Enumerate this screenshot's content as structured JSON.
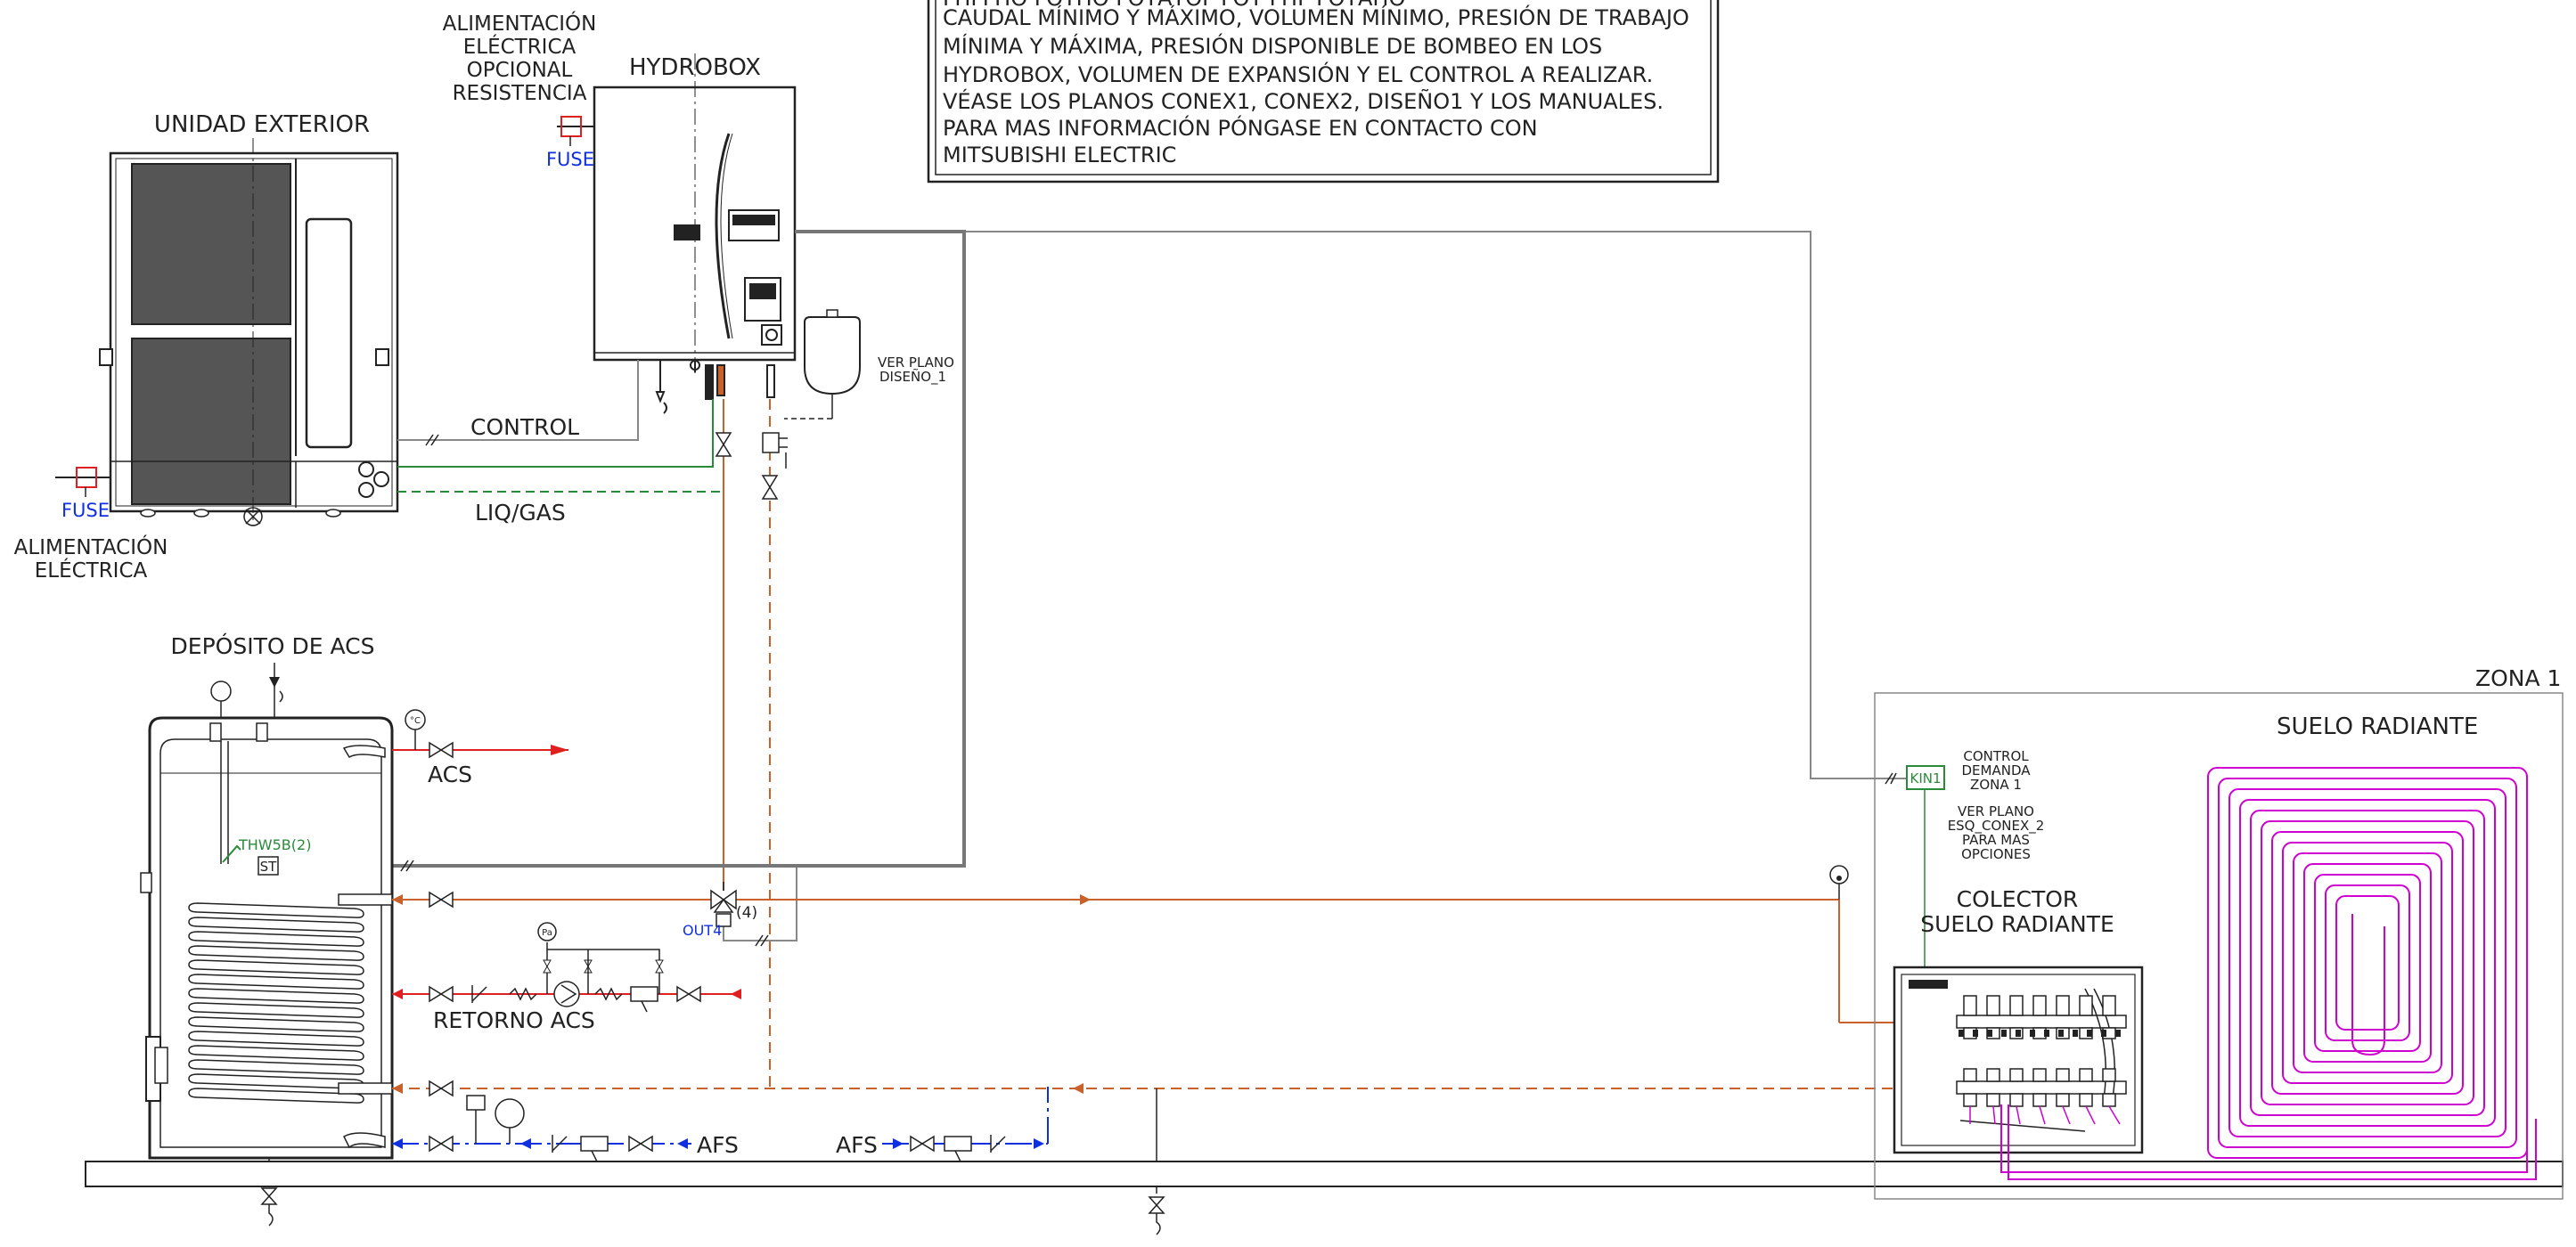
{
  "note_lines": [
    "CAUDAL MÍNIMO Y MÁXIMO, VOLUMEN MÍNIMO, PRESIÓN DE TRABAJO",
    "MÍNIMA Y MÁXIMA, PRESIÓN DISPONIBLE DE BOMBEO EN LOS",
    "HYDROBOX, VOLUMEN DE EXPANSIÓN Y EL CONTROL A REALIZAR.",
    "VÉASE LOS PLANOS CONEX1, CONEX2, DISEÑO1 Y LOS MANUALES.",
    "PARA MAS INFORMACIÓN PÓNGASE EN CONTACTO CON",
    "MITSUBISHI ELECTRIC"
  ],
  "opt_power_lines": [
    "ALIMENTACIÓN",
    "ELÉCTRICA",
    "OPCIONAL",
    "RESISTENCIA"
  ],
  "hydrobox_label": "HYDROBOX",
  "outdoor_label": "UNIDAD EXTERIOR",
  "fuse_label": "FUSE",
  "power_lines": [
    "ALIMENTACIÓN",
    "ELÉCTRICA"
  ],
  "control_label": "CONTROL",
  "liqgas_label": "LIQ/GAS",
  "ver_plano_lines": [
    "VER  PLANO",
    "DISEÑO_1"
  ],
  "tank_label": "DEPÓSITO  DE  ACS",
  "acs_label": "ACS",
  "thw5b_label": "THW5B(2)",
  "st_label": "ST",
  "valve4_label": "(4)",
  "out4_label": "OUT4",
  "retorno_label": "RETORNO  ACS",
  "afs_label": "AFS",
  "zone_label": "ZONA  1",
  "floor_label": "SUELO  RADIANTE",
  "control_zone_lines": [
    "CONTROL",
    "DEMANDA",
    "ZONA  1"
  ],
  "kin1_label": "KIN1",
  "ver_plano2_lines": [
    "VER  PLANO",
    "ESQ_CONEX_2",
    "PARA  MAS",
    "OPCIONES"
  ],
  "collector_lines": [
    "COLECTOR",
    "SUELO  RADIANTE"
  ],
  "colors": {
    "ink": "#222222",
    "hot_flow": "#c8622a",
    "hot_water": "#e02020",
    "cold_water": "#1030e0",
    "control_wire": "#888888",
    "refrigerant": "#2a8a3a",
    "underfloor": "#d000d0",
    "kin1": "#2a8a3a"
  }
}
